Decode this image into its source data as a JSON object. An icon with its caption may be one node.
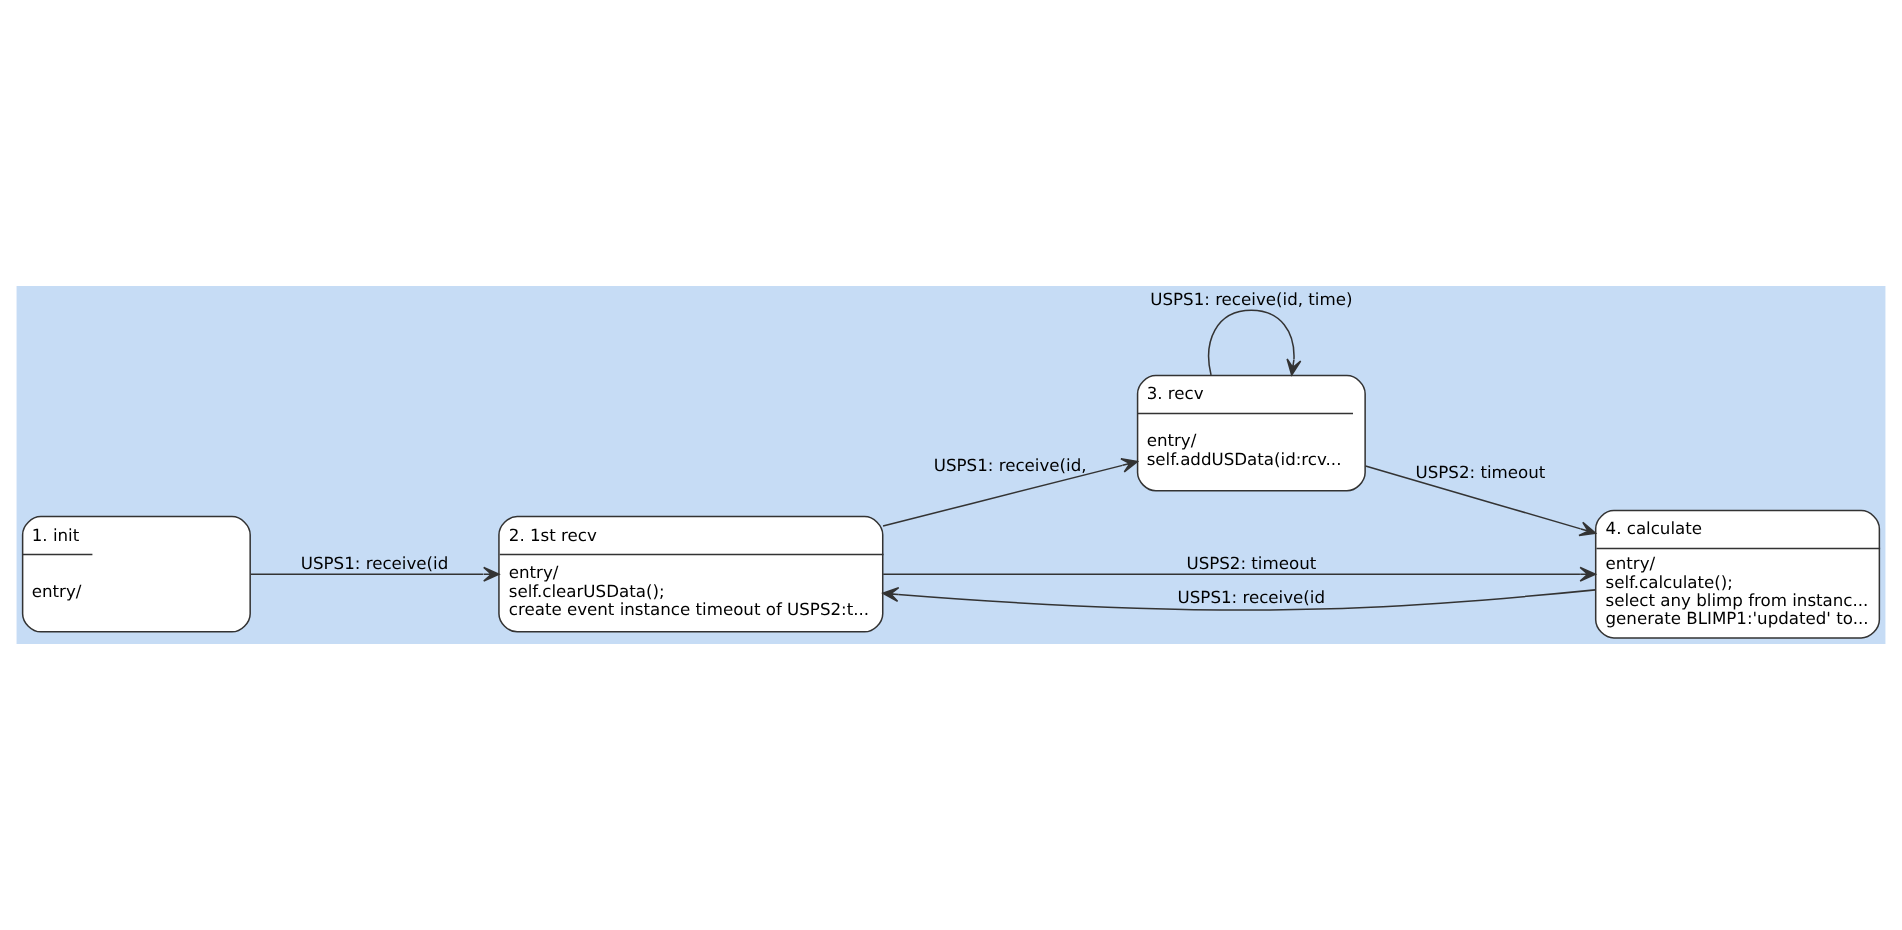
{
  "diagram": {
    "nodes": [
      {
        "text": [
          "1. init",
          "entry/"
        ]
      },
      {
        "text": [
          "2. 1st recv",
          "entry/",
          "self.clearUSData();",
          "create event instance timeout of USPS2:t..."
        ]
      },
      {
        "text": [
          "3. recv",
          "entry/",
          "self.addUSData(id:rcv..."
        ]
      },
      {
        "text": [
          "4. calculate",
          "entry/",
          "self.calculate();",
          "select any blimp from instanc...",
          "generate BLIMP1:'updated' to..."
        ]
      }
    ],
    "edges": [
      {
        "from": 0,
        "to": 1,
        "arrow": "to",
        "label": "USPS1: receive(id"
      },
      {
        "from": 1,
        "to": 2,
        "arrow": "to",
        "label": "USPS1: receive(id,"
      },
      {
        "from": 2,
        "to": 2,
        "arrow": "to",
        "label": "USPS1: receive(id, time)"
      },
      {
        "from": 1,
        "to": 3,
        "arrow": "to",
        "label": "USPS2: timeout"
      },
      {
        "from": 2,
        "to": 3,
        "arrow": "to",
        "label": "USPS2: timeout"
      },
      {
        "from": 3,
        "to": 1,
        "arrow": "to",
        "label": "USPS1: receive(id"
      }
    ]
  }
}
